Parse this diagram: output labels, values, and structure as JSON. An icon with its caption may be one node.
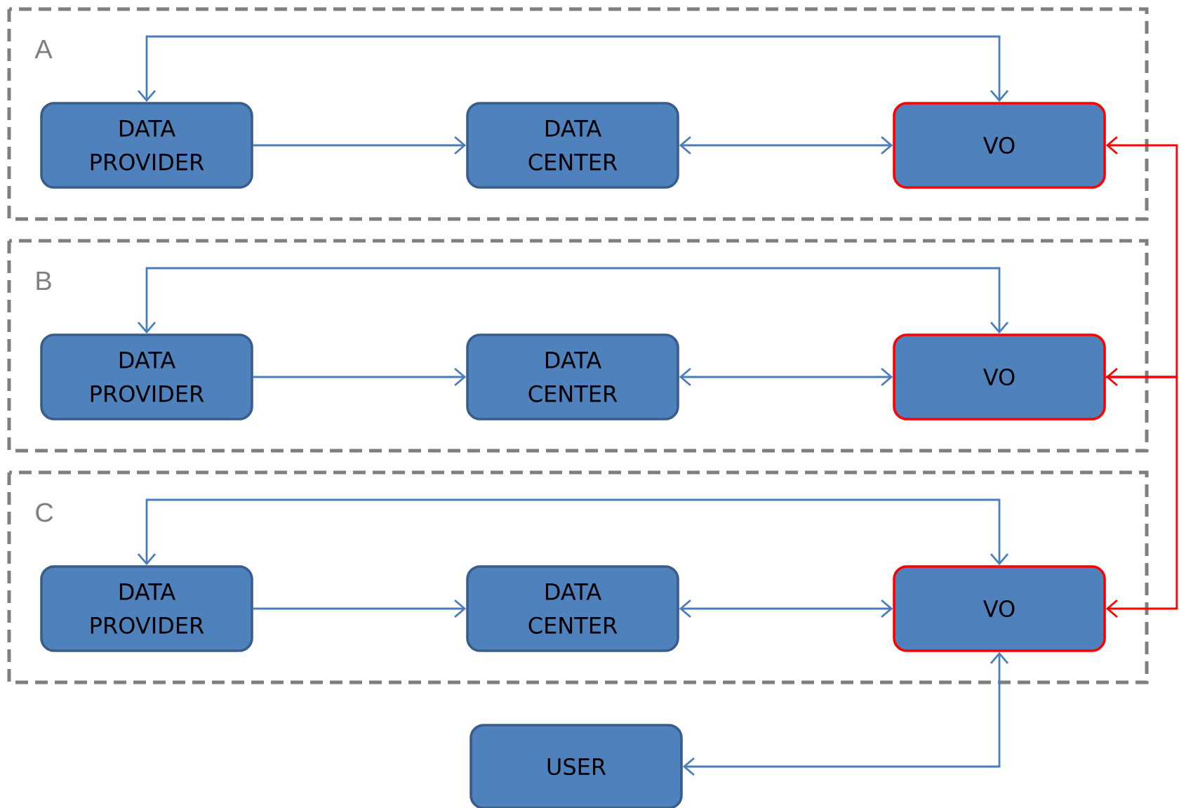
{
  "diagram": {
    "nodes": [
      {
        "text": [
          "A"
        ]
      },
      {
        "text": [
          "DATA PROVIDER"
        ],
        "in": 0
      },
      {
        "text": [
          "DATA CENTER"
        ],
        "in": 0
      },
      {
        "text": [
          "VO"
        ],
        "in": 0
      },
      {
        "text": [
          "B"
        ]
      },
      {
        "text": [
          "DATA PROVIDER"
        ],
        "in": 4
      },
      {
        "text": [
          "DATA CENTER"
        ],
        "in": 4
      },
      {
        "text": [
          "VO"
        ],
        "in": 4
      },
      {
        "text": [
          "C"
        ]
      },
      {
        "text": [
          "DATA PROVIDER"
        ],
        "in": 8
      },
      {
        "text": [
          "DATA CENTER"
        ],
        "in": 8
      },
      {
        "text": [
          "VO"
        ],
        "in": 8
      },
      {
        "text": [
          "USER"
        ]
      }
    ],
    "edges": [
      {
        "from": 1,
        "to": 2,
        "arrow": "to"
      },
      {
        "from": 2,
        "to": 3,
        "arrow": "both"
      },
      {
        "from": 1,
        "to": 3,
        "arrow": "both"
      },
      {
        "from": 5,
        "to": 6,
        "arrow": "to"
      },
      {
        "from": 6,
        "to": 7,
        "arrow": "both"
      },
      {
        "from": 5,
        "to": 7,
        "arrow": "both"
      },
      {
        "from": 9,
        "to": 10,
        "arrow": "to"
      },
      {
        "from": 10,
        "to": 11,
        "arrow": "both"
      },
      {
        "from": 9,
        "to": 11,
        "arrow": "both"
      },
      {
        "from": 3,
        "to": 7,
        "arrow": "both",
        "color": "#ff0000"
      },
      {
        "from": 7,
        "to": 11,
        "arrow": "to",
        "color": "#ff0000"
      },
      {
        "from": 11,
        "to": 12,
        "arrow": "both"
      }
    ]
  }
}
